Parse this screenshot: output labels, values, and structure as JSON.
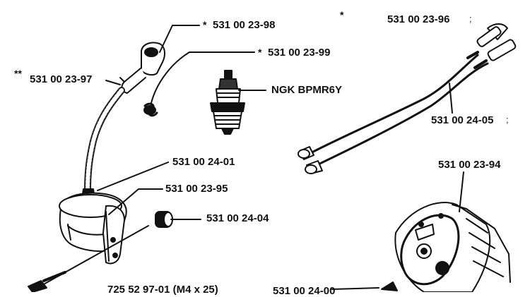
{
  "labels": {
    "boot": "531 00 23-98",
    "spring": "531 00 23-99",
    "lead": "531 00 23-97",
    "plug": "NGK BPMR6Y",
    "coil": "531 00 24-01",
    "bracket": "531 00 23-95",
    "spacer": "531 00 24-04",
    "screw": "725 52 97-01 (M4 x 25)",
    "bottom_part": "531 00 24-00",
    "cable_top": "531 00 23-96",
    "cable": "531 00 24-05",
    "flywheel": "531 00 23-94"
  },
  "marks": {
    "star": "*",
    "double_star": "**",
    "tick": ";"
  },
  "colors": {
    "ink": "#111111",
    "paper": "#ffffff"
  }
}
